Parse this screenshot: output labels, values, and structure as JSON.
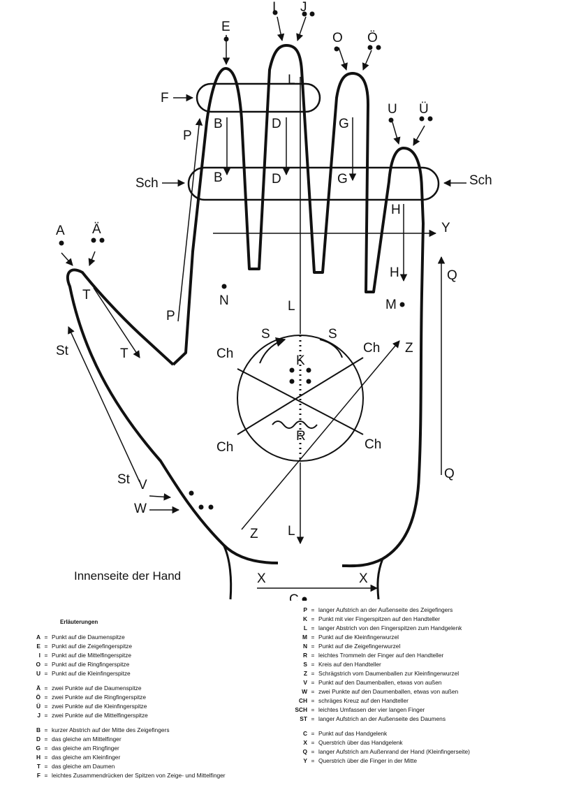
{
  "title": "Innenseite der Hand",
  "labels": {
    "I": "I",
    "J": "J",
    "E": "E",
    "O": "O",
    "O_umlaut": "Ö",
    "U": "U",
    "U_umlaut": "Ü",
    "F": "F",
    "P_top": "P",
    "P_bottom": "P",
    "B_top": "B",
    "B_bottom": "B",
    "D_top": "D",
    "D_bottom": "D",
    "G_top": "G",
    "G_bottom": "G",
    "L_top": "L",
    "L_mid": "L",
    "L_bottom": "L",
    "Sch_left": "Sch",
    "Sch_right": "Sch",
    "H_top": "H",
    "H_bottom": "H",
    "Y": "Y",
    "A": "A",
    "A_umlaut": "Ä",
    "Q_top": "Q",
    "Q_bottom": "Q",
    "T_top": "T",
    "T_bottom": "T",
    "N": "N",
    "M": "M",
    "St_top": "St",
    "St_bottom": "St",
    "S_left": "S",
    "S_right": "S",
    "Ch_tl": "Ch",
    "Ch_tr": "Ch",
    "Ch_bl": "Ch",
    "Ch_br": "Ch",
    "K": "K",
    "R": "R",
    "Z_top": "Z",
    "Z_bottom": "Z",
    "V": "V",
    "W": "W",
    "X_left": "X",
    "X_right": "X",
    "C": "C"
  },
  "legend": {
    "heading": "Erläuterungen",
    "left_groups": [
      [
        {
          "key": "A",
          "desc": "Punkt auf die Daumenspitze"
        },
        {
          "key": "E",
          "desc": "Punkt auf die Zeigefingerspitze"
        },
        {
          "key": "I",
          "desc": "Punkt auf die Mittelfingerspitze"
        },
        {
          "key": "O",
          "desc": "Punkt auf die Ringfingerspitze"
        },
        {
          "key": "U",
          "desc": "Punkt auf die Kleinfingerspitze"
        }
      ],
      [
        {
          "key": "Ä",
          "desc": "zwei Punkte auf die Daumenspitze"
        },
        {
          "key": "Ö",
          "desc": "zwei Punkte auf die Ringfingerspitze"
        },
        {
          "key": "Ü",
          "desc": "zwei Punkte auf die Kleinfingerspitze"
        },
        {
          "key": "J",
          "desc": "zwei Punkte auf die Mittelfingerspitze"
        }
      ],
      [
        {
          "key": "B",
          "desc": "kurzer Abstrich auf der Mitte des Zeigefingers"
        },
        {
          "key": "D",
          "desc": "das gleiche am Mittelfinger"
        },
        {
          "key": "G",
          "desc": "das gleiche am Ringfinger"
        },
        {
          "key": "H",
          "desc": "das gleiche am Kleinfinger"
        },
        {
          "key": "T",
          "desc": "das gleiche am Daumen"
        },
        {
          "key": "F",
          "desc": "leichtes Zusammendrücken der Spitzen von Zeige- und Mittelfinger"
        }
      ]
    ],
    "right_groups": [
      [
        {
          "key": "P",
          "desc": "langer Aufstrich an der Außenseite des Zeigefingers"
        },
        {
          "key": "K",
          "desc": "Punkt mit vier Fingerspitzen auf den Handteller"
        },
        {
          "key": "L",
          "desc": "langer Abstrich von den Fingerspitzen zum Handgelenk"
        },
        {
          "key": "M",
          "desc": "Punkt auf die Kleinfingerwurzel"
        },
        {
          "key": "N",
          "desc": "Punkt auf die Zeigefingerwurzel"
        },
        {
          "key": "R",
          "desc": "leichtes Trommeln der Finger auf den Handteller"
        },
        {
          "key": "S",
          "desc": "Kreis auf den Handteller"
        },
        {
          "key": "Z",
          "desc": "Schrägstrich vom Daumenballen zur Kleinfingerwurzel"
        },
        {
          "key": "V",
          "desc": "Punkt auf den Daumenballen, etwas von außen"
        },
        {
          "key": "W",
          "desc": "zwei Punkte auf den Daumenballen, etwas von außen"
        },
        {
          "key": "CH",
          "desc": "schräges Kreuz auf den Handteller"
        },
        {
          "key": "SCH",
          "desc": "leichtes Umfassen der vier langen Finger"
        },
        {
          "key": "ST",
          "desc": "langer Aufstrich an der Außenseite des Daumens"
        }
      ],
      [
        {
          "key": "C",
          "desc": "Punkt auf das Handgelenk"
        },
        {
          "key": "X",
          "desc": "Querstrich über das Handgelenk"
        },
        {
          "key": "Q",
          "desc": "langer Aufstrich am Außenrand der Hand (Kleinfingerseite)"
        },
        {
          "key": "Y",
          "desc": "Querstrich über die Finger in der Mitte"
        }
      ]
    ]
  }
}
